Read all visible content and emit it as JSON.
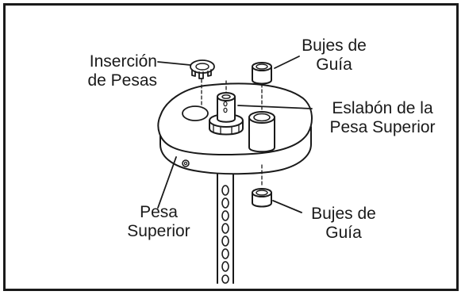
{
  "labels": {
    "weight_insert": [
      "Inserción",
      "de Pesas"
    ],
    "guide_bushings_top": [
      "Bujes de",
      "Guía"
    ],
    "top_plate_link": [
      "Eslabón de la",
      "Pesa Superior"
    ],
    "top_plate": [
      "Pesa",
      "Superior"
    ],
    "guide_bushings_bottom": [
      "Bujes de",
      "Guía"
    ]
  },
  "colors": {
    "ink": "#1a1a1a",
    "paper": "#ffffff"
  }
}
